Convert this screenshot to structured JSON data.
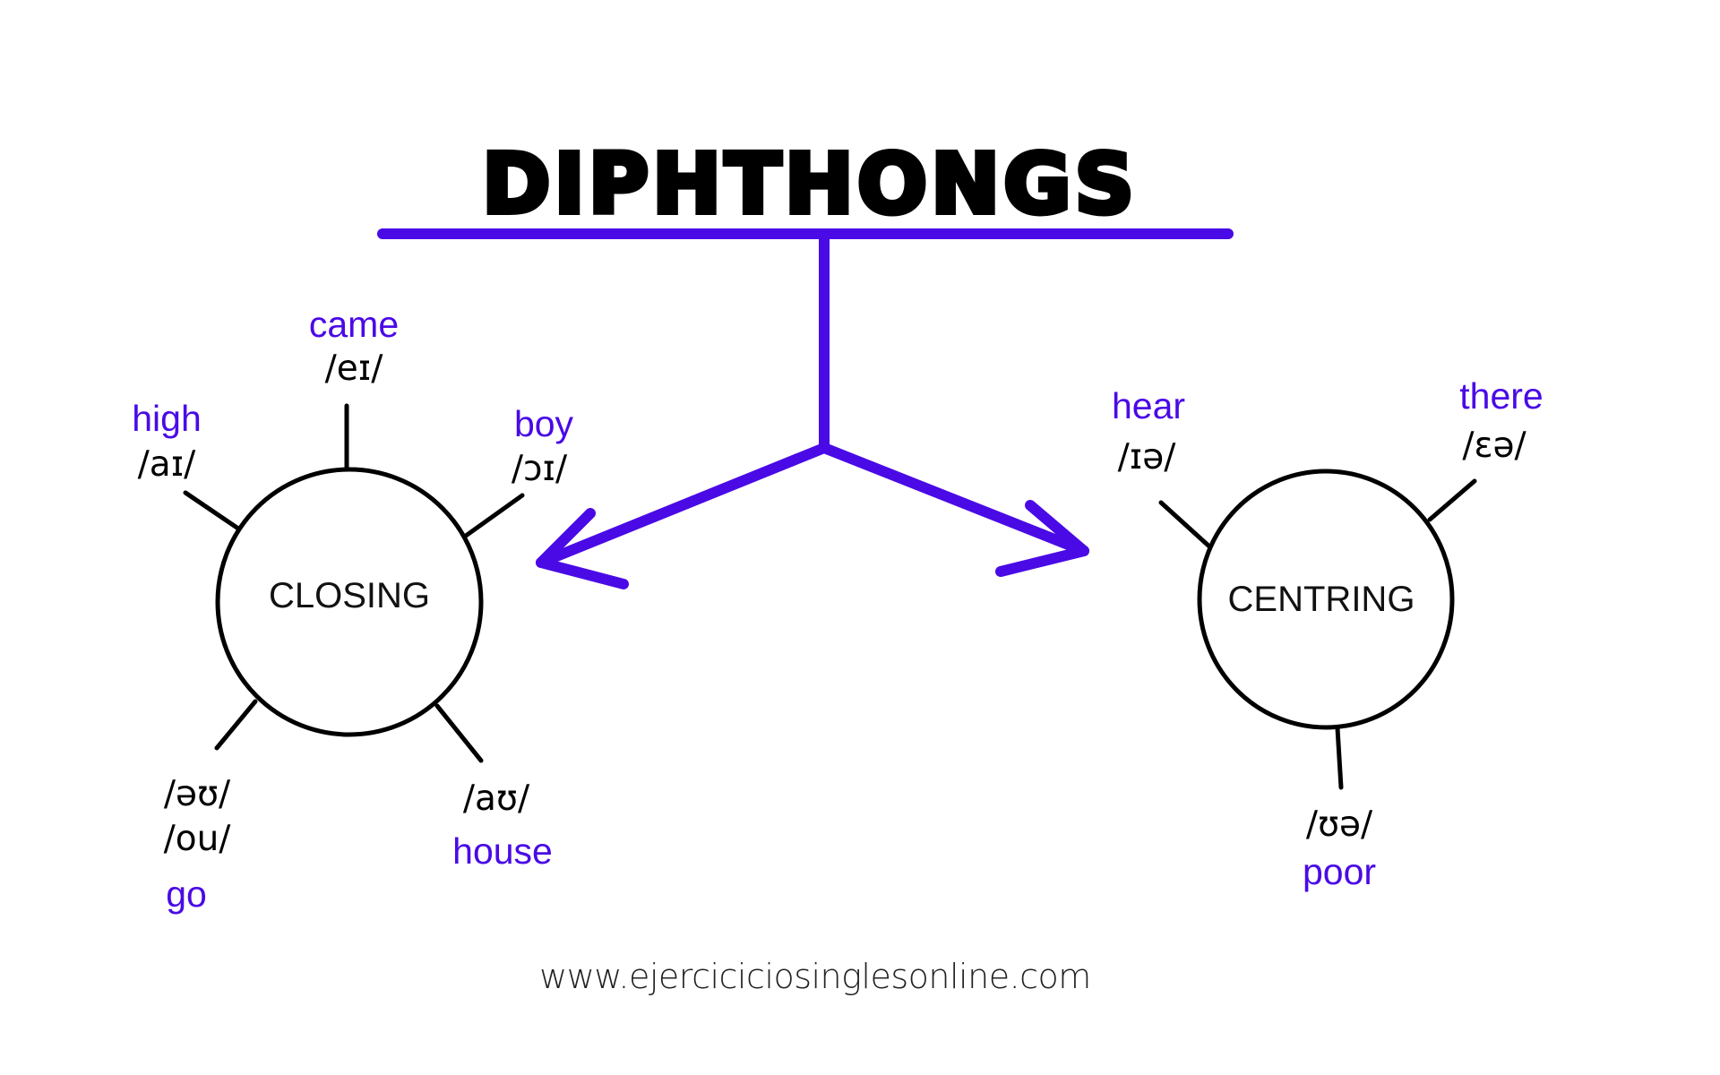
{
  "title": "DIPHTHONGS",
  "colors": {
    "accent": "#4a0ae6",
    "text": "#000000",
    "background": "#ffffff"
  },
  "branches": {
    "closing": {
      "label": "CLOSING",
      "items": [
        {
          "word": "high",
          "ipa": "/aɪ/"
        },
        {
          "word": "came",
          "ipa": "/eɪ/"
        },
        {
          "word": "boy",
          "ipa": "/ɔɪ/"
        },
        {
          "word": "go",
          "ipa": "/əʊ/",
          "ipa_alt": "/ou/"
        },
        {
          "word": "house",
          "ipa": "/aʊ/"
        }
      ]
    },
    "centring": {
      "label": "CENTRING",
      "items": [
        {
          "word": "hear",
          "ipa": "/ɪə/"
        },
        {
          "word": "there",
          "ipa": "/ɛə/"
        },
        {
          "word": "poor",
          "ipa": "/ʊə/"
        }
      ]
    }
  },
  "footer": "www.ejercicicios​inglesonline.com"
}
